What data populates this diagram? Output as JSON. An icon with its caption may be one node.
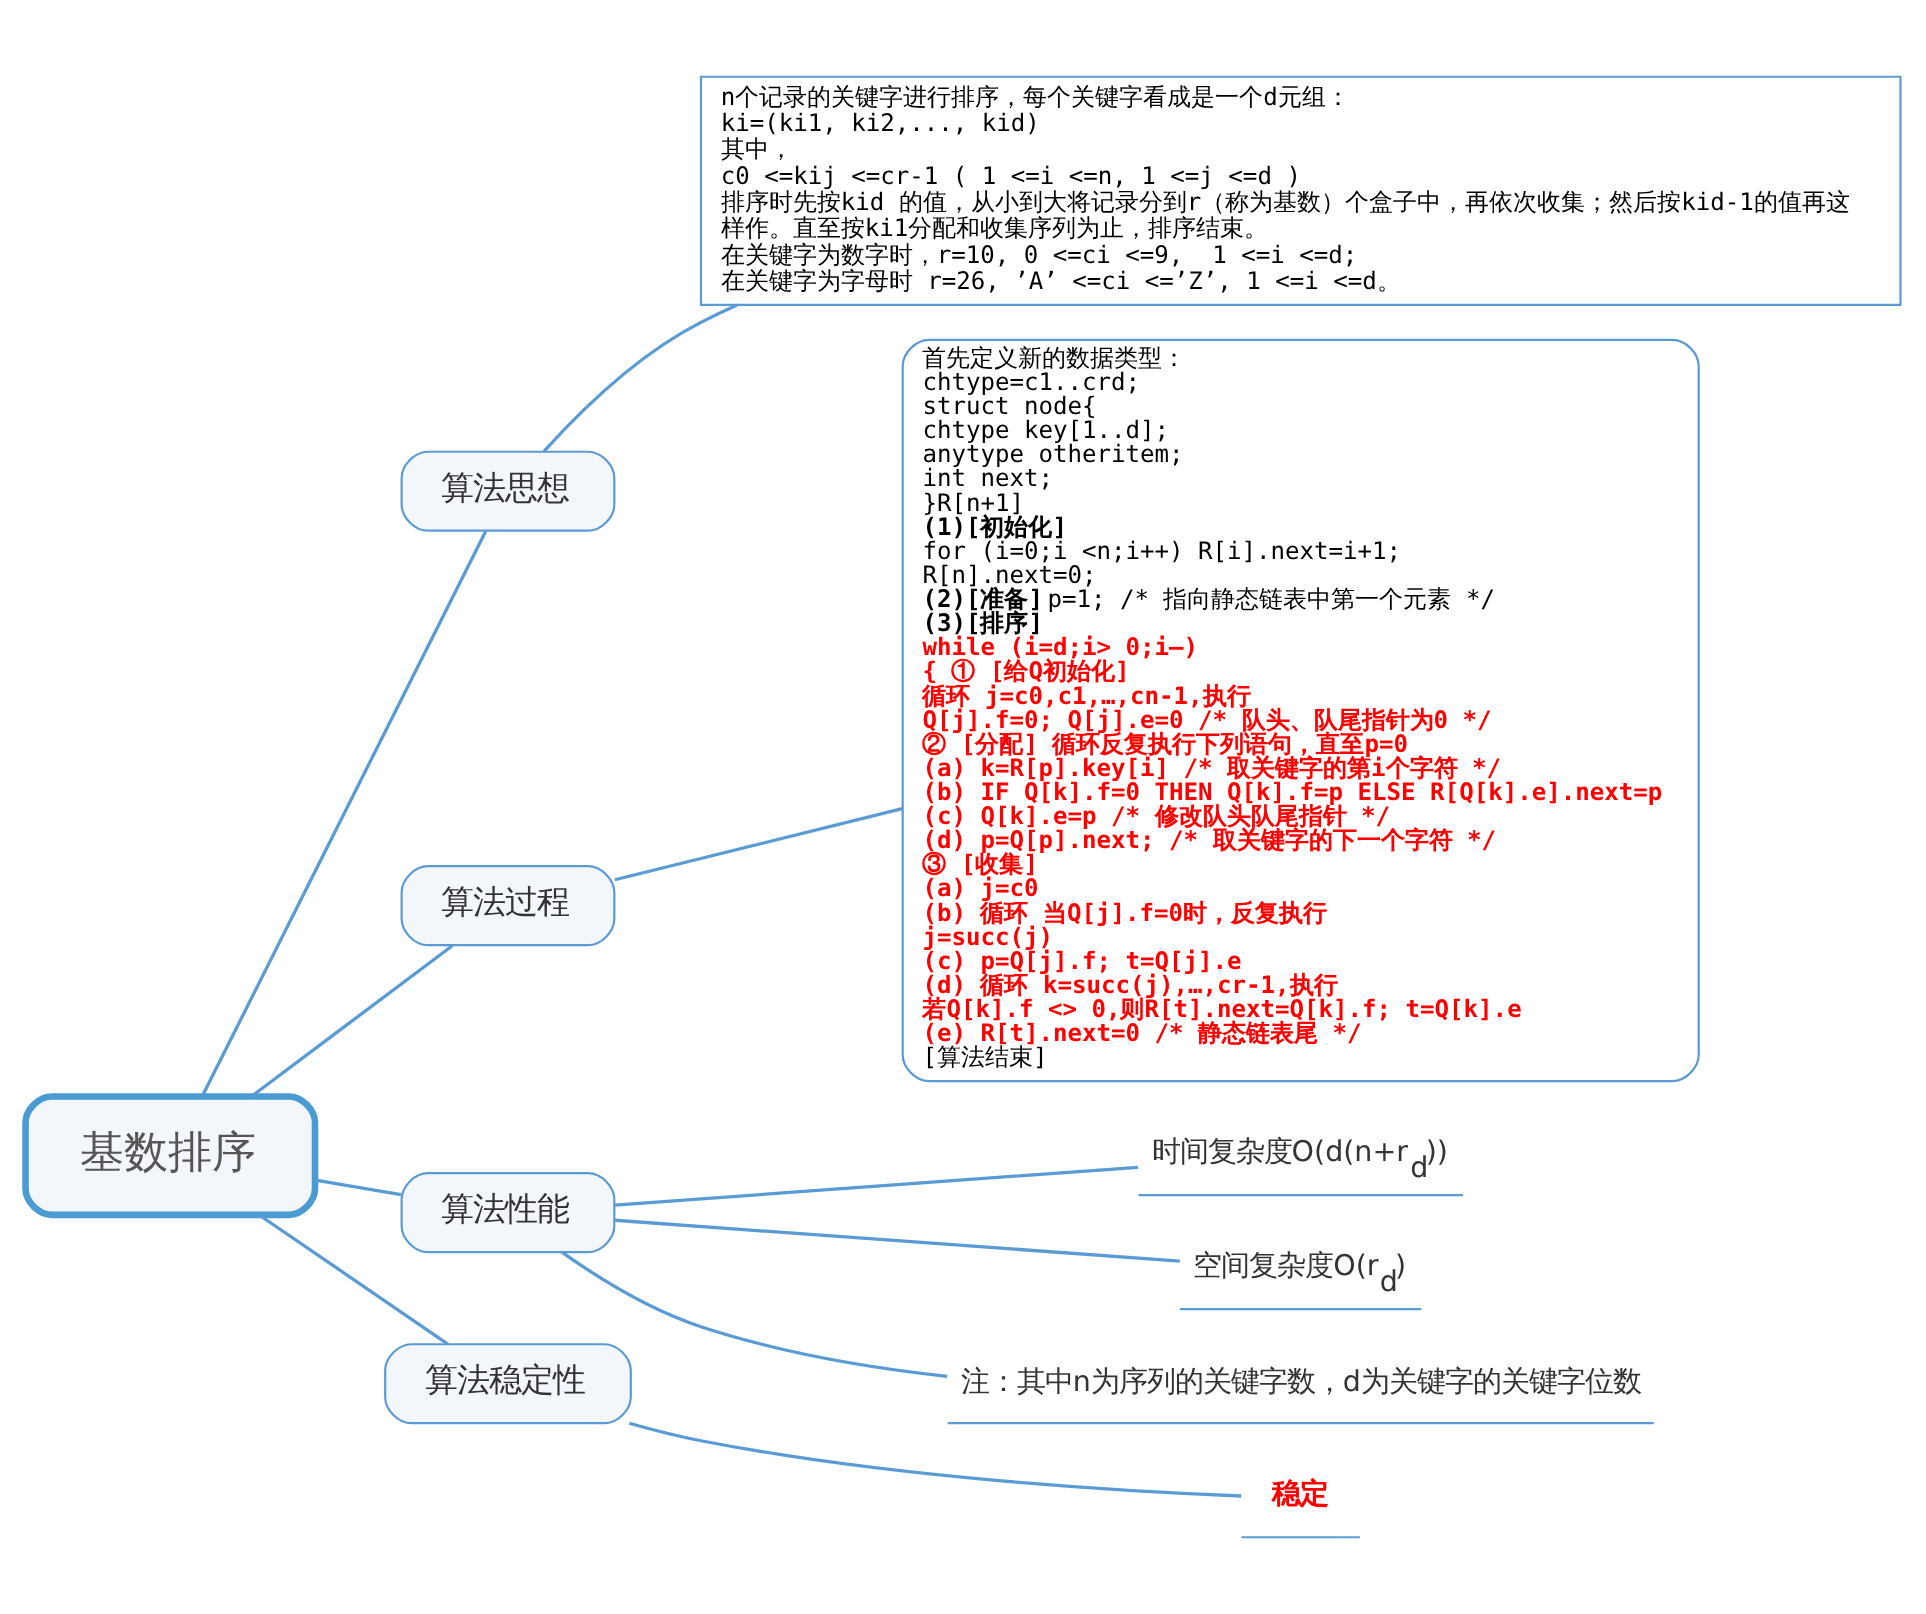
{
  "diagram": {
    "nodes": [
      {
        "text": [
          "基数排序"
        ]
      },
      {
        "text": [
          "算法思想"
        ]
      },
      {
        "text": [
          "n个记录的关键字进行排序，每个关键字看成是一个d元组：",
          "ki=(ki1, ki2,..., kid)",
          "其中，",
          "c0 <=kij <=cr-1 ( 1 <=i <=n, 1 <=j <=d )",
          "排序时先按kid 的值，从小到大将记录分到r（称为基数）个盒子中，再依次收集；然后按kid-1的值再这样作。直至按ki1分配和收集序列为止，排序结束。",
          "在关键字为数字时，r=10, 0 <=ci <=9,  1 <=i <=d;",
          "在关键字为字母时 r=26, ’A’ <=ci <=’Z’, 1 <=i <=d。"
        ]
      },
      {
        "text": [
          "算法过程"
        ]
      },
      {
        "text": [
          "首先定义新的数据类型：",
          "chtype=c1..crd;",
          "struct node{",
          "chtype key[1..d];",
          "anytype otheritem;",
          "int next;",
          "}R[n+1]",
          "(1)[初始化]",
          "for (i=0;i <n;i++) R[i].next=i+1;",
          "R[n].next=0;",
          "**(2)[准备]** p=1; /* 指向静态链表中第一个元素 */",
          "(3)[排序]",
          "while (i=d;i> 0;i—)",
          "{ ① [给Q初始化]",
          "循环 j=c0,c1,…,cn-1,执行",
          "Q[j].f=0; Q[j].e=0 /* 队头、队尾指针为0 */",
          "② [分配] 循环反复执行下列语句，直至p=0",
          "(a) k=R[p].key[i] /* 取关键字的第i个字符 */",
          "(b) IF Q[k].f=0 THEN Q[k].f=p ELSE R[Q[k].e].next=p",
          "(c) Q[k].e=p /* 修改队头队尾指针 */",
          "(d) p=Q[p].next; /* 取关键字的下一个字符 */",
          "③ [收集]",
          "(a) j=c0",
          "(b) 循环 当Q[j].f=0时，反复执行",
          "j=succ(j)",
          "(c) p=Q[j].f; t=Q[j].e",
          "(d) 循环 k=succ(j),…,cr-1,执行",
          "若Q[k].f <> 0,则R[t].next=Q[k].f; t=Q[k].e",
          "(e) R[t].next=0 /* 静态链表尾 */",
          "[算法结束]"
        ]
      },
      {
        "text": [
          "算法性能"
        ]
      },
      {
        "text": [
          "时间复杂度O(d(n+r$_{d}$))"
        ]
      },
      {
        "text": [
          "空间复杂度O(r$_{d}$)"
        ]
      },
      {
        "text": [
          "注：其中n为序列的关键字数，d为关键字的关键字位数"
        ]
      },
      {
        "text": [
          "算法稳定性"
        ]
      },
      {
        "text": [
          "稳定"
        ]
      }
    ],
    "edges": [
      {
        "from": 0,
        "to": 1,
        "arrow": "none"
      },
      {
        "from": 1,
        "to": 2,
        "arrow": "none"
      },
      {
        "from": 0,
        "to": 3,
        "arrow": "none"
      },
      {
        "from": 3,
        "to": 4,
        "arrow": "none"
      },
      {
        "from": 0,
        "to": 5,
        "arrow": "none"
      },
      {
        "from": 5,
        "to": 6,
        "arrow": "none"
      },
      {
        "from": 5,
        "to": 7,
        "arrow": "none"
      },
      {
        "from": 5,
        "to": 8,
        "arrow": "none"
      },
      {
        "from": 0,
        "to": 9,
        "arrow": "none"
      },
      {
        "from": 9,
        "to": 10,
        "arrow": "none"
      }
    ]
  }
}
